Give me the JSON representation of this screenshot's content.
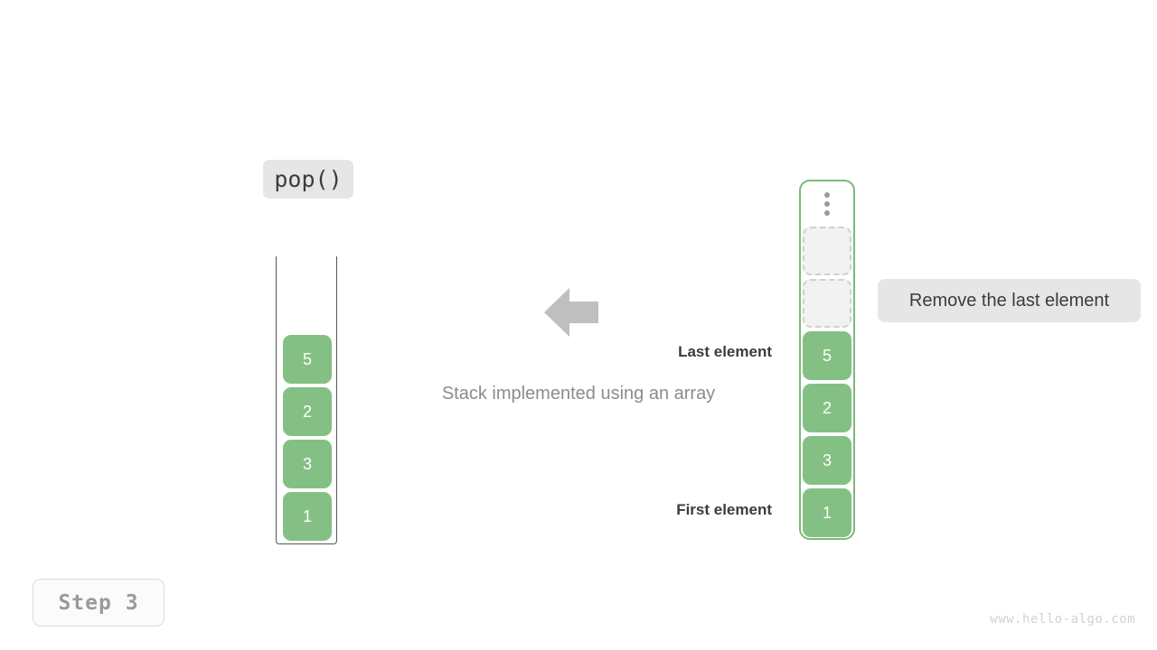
{
  "operation": {
    "label": "pop()"
  },
  "step": {
    "label": "Step 3"
  },
  "watermark": {
    "text": "www.hello-algo.com"
  },
  "caption": {
    "text": "Stack implemented using an array"
  },
  "annotations": {
    "last_element": "Last element",
    "first_element": "First element"
  },
  "callout": {
    "text": "Remove the last element"
  },
  "arrow": {
    "direction": "left",
    "color": "#bfbfbf"
  },
  "array_container": {
    "name": "array",
    "cells": [
      {
        "value": "5",
        "state": "filled"
      },
      {
        "value": "2",
        "state": "filled"
      },
      {
        "value": "3",
        "state": "filled"
      },
      {
        "value": "1",
        "state": "filled"
      }
    ]
  },
  "stack_container": {
    "name": "stack",
    "ellipsis": "vertical-ellipsis",
    "cells": [
      {
        "value": "",
        "state": "empty"
      },
      {
        "value": "",
        "state": "empty"
      },
      {
        "value": "5",
        "state": "filled"
      },
      {
        "value": "2",
        "state": "filled"
      },
      {
        "value": "3",
        "state": "filled"
      },
      {
        "value": "1",
        "state": "filled"
      }
    ]
  },
  "colors": {
    "cell_fill": "#84c084",
    "stack_border": "#7cb97c",
    "array_border": "#555555",
    "label_bg": "#e6e6e6",
    "empty_fill": "#f2f2f2",
    "empty_border": "#cfcfcf",
    "text_dark": "#3c3c3c",
    "text_muted": "#8c8c8c"
  }
}
